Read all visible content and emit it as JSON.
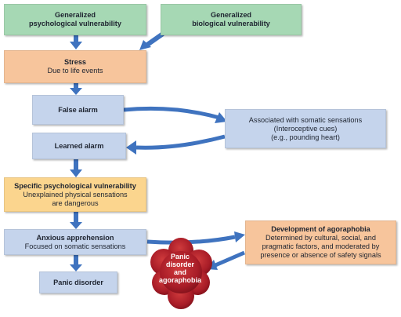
{
  "boxes": {
    "gen_psych": {
      "line1": "Generalized",
      "line2": "psychological vulnerability"
    },
    "gen_bio": {
      "line1": "Generalized",
      "line2": "biological vulnerability"
    },
    "stress": {
      "title": "Stress",
      "subtitle": "Due to life events"
    },
    "false_alarm": {
      "title": "False alarm"
    },
    "somatic": {
      "line1": "Associated with somatic sensations",
      "line2": "(Interoceptive cues)",
      "line3": "(e.g., pounding heart)"
    },
    "learned_alarm": {
      "title": "Learned alarm"
    },
    "specific_psych": {
      "title": "Specific psychological vulnerability",
      "line2": "Unexplained physical sensations",
      "line3": "are dangerous"
    },
    "anxious": {
      "title": "Anxious apprehension",
      "subtitle": "Focused on somatic sensations"
    },
    "agoraphobia": {
      "title": "Development of agoraphobia",
      "line2": "Determined by cultural, social, and",
      "line3": "pragmatic factors, and moderated by",
      "line4": "presence or absence of safety signals"
    },
    "panic": {
      "title": "Panic disorder"
    },
    "panic_agora": {
      "line1": "Panic",
      "line2": "disorder",
      "line3": "and",
      "line4": "agoraphobia"
    }
  },
  "colors": {
    "green": "#a6d8b4",
    "orange": "#f7c59c",
    "blue": "#c5d4ec",
    "yellow": "#fbd58e",
    "arrow": "#3f73bf",
    "blob": "#b0202a"
  }
}
